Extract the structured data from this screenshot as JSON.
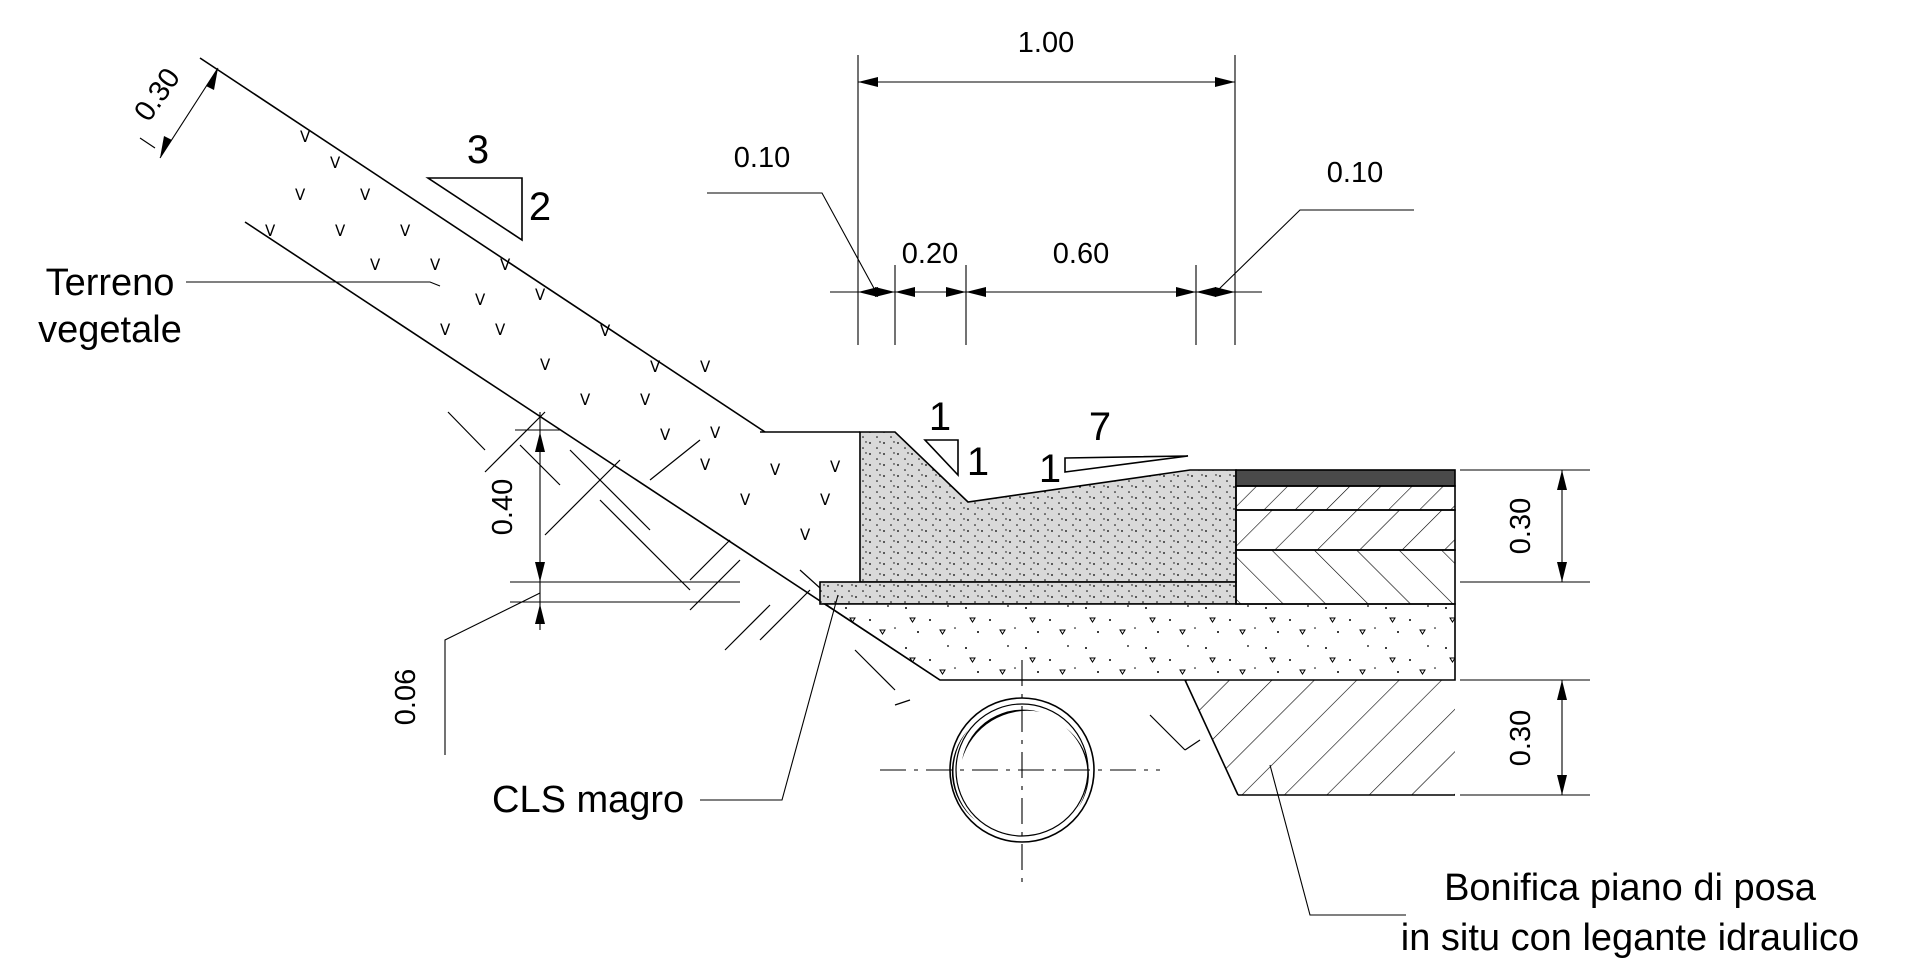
{
  "labels": {
    "terreno_line1": "Terreno",
    "terreno_line2": "vegetale",
    "cls_magro": "CLS magro",
    "bonifica_line1": "Bonifica piano di posa",
    "bonifica_line2": "in situ con legante idraulico"
  },
  "dimensions": {
    "slope_thickness": "0.30",
    "top_width": "1.00",
    "left_offset": "0.10",
    "right_offset": "0.10",
    "part_a": "0.20",
    "part_b": "0.60",
    "topsoil_depth": "0.40",
    "cls_thickness": "0.06",
    "pavement_depth": "0.30",
    "bonifica_depth": "0.30"
  },
  "slopes": {
    "embankment_h": "3",
    "embankment_v": "2",
    "kerb_h": "1",
    "kerb_v": "1",
    "gutter_v": "1",
    "gutter_h": "7"
  },
  "colors": {
    "line": "#000000",
    "concrete_fill": "#d9d9d9",
    "asphalt_fill": "#4a4a4a"
  }
}
